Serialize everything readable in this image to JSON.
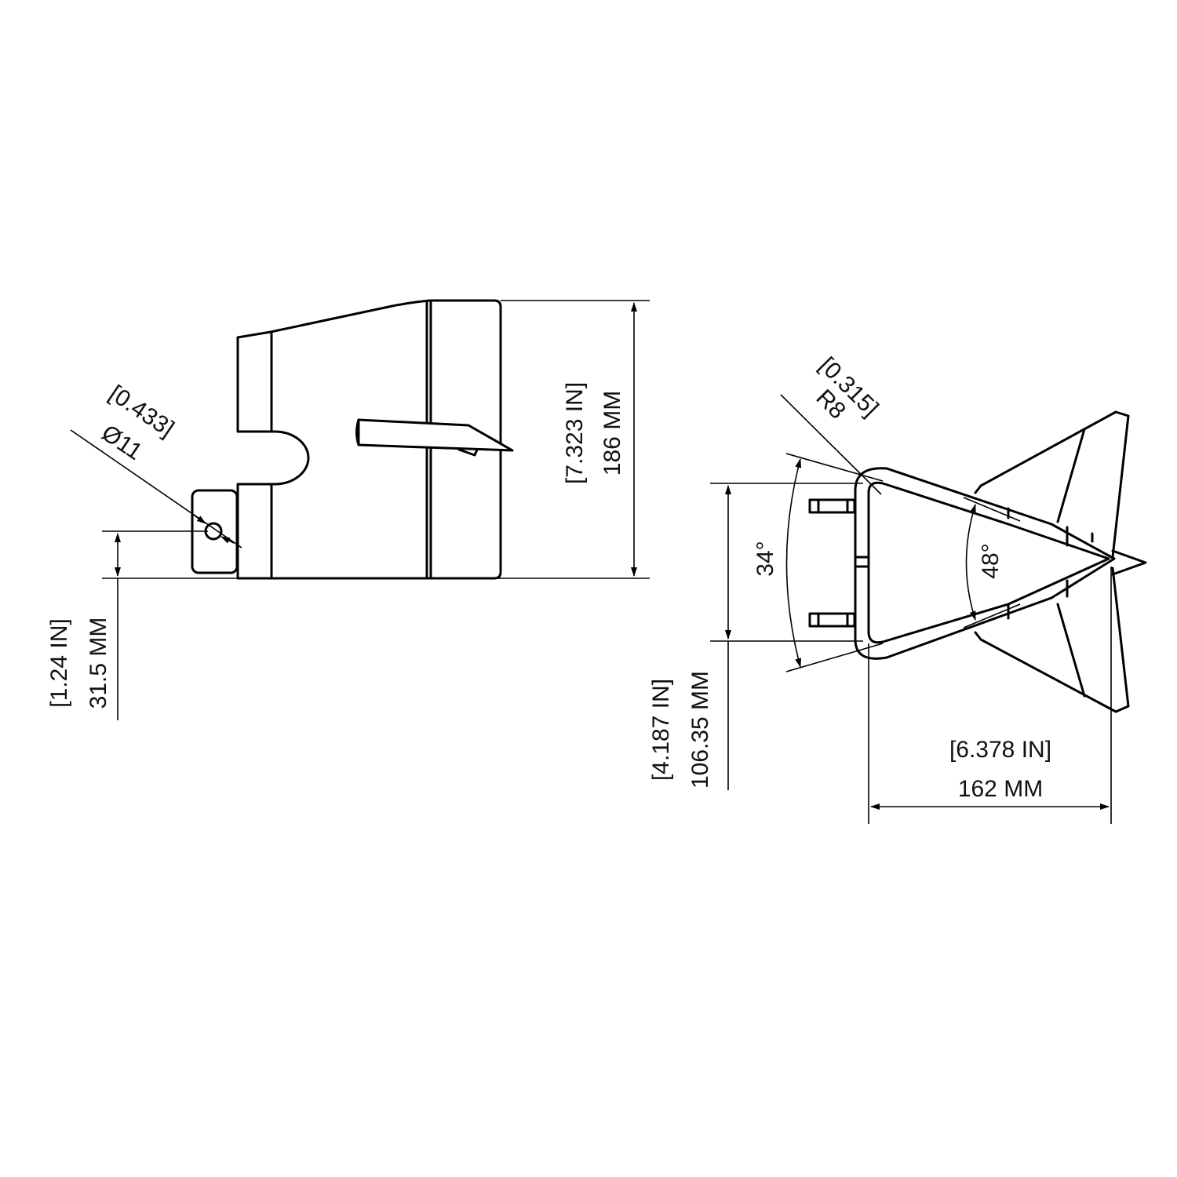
{
  "drawing": {
    "side_view": {
      "height_in": "[7.323 IN]",
      "height_mm": "186 MM",
      "hole_offset_in": "[1.24 IN]",
      "hole_offset_mm": "31.5 MM",
      "hole_dia_in": "[0.433]",
      "hole_dia_mm": "Ø11"
    },
    "front_view": {
      "radius_in": "[0.315]",
      "radius_mm": "R8",
      "angle_outer": "34°",
      "angle_inner": "48°",
      "height_in": "[4.187 IN]",
      "height_mm": "106.35 MM",
      "width_in": "[6.378 IN]",
      "width_mm": "162 MM"
    }
  }
}
